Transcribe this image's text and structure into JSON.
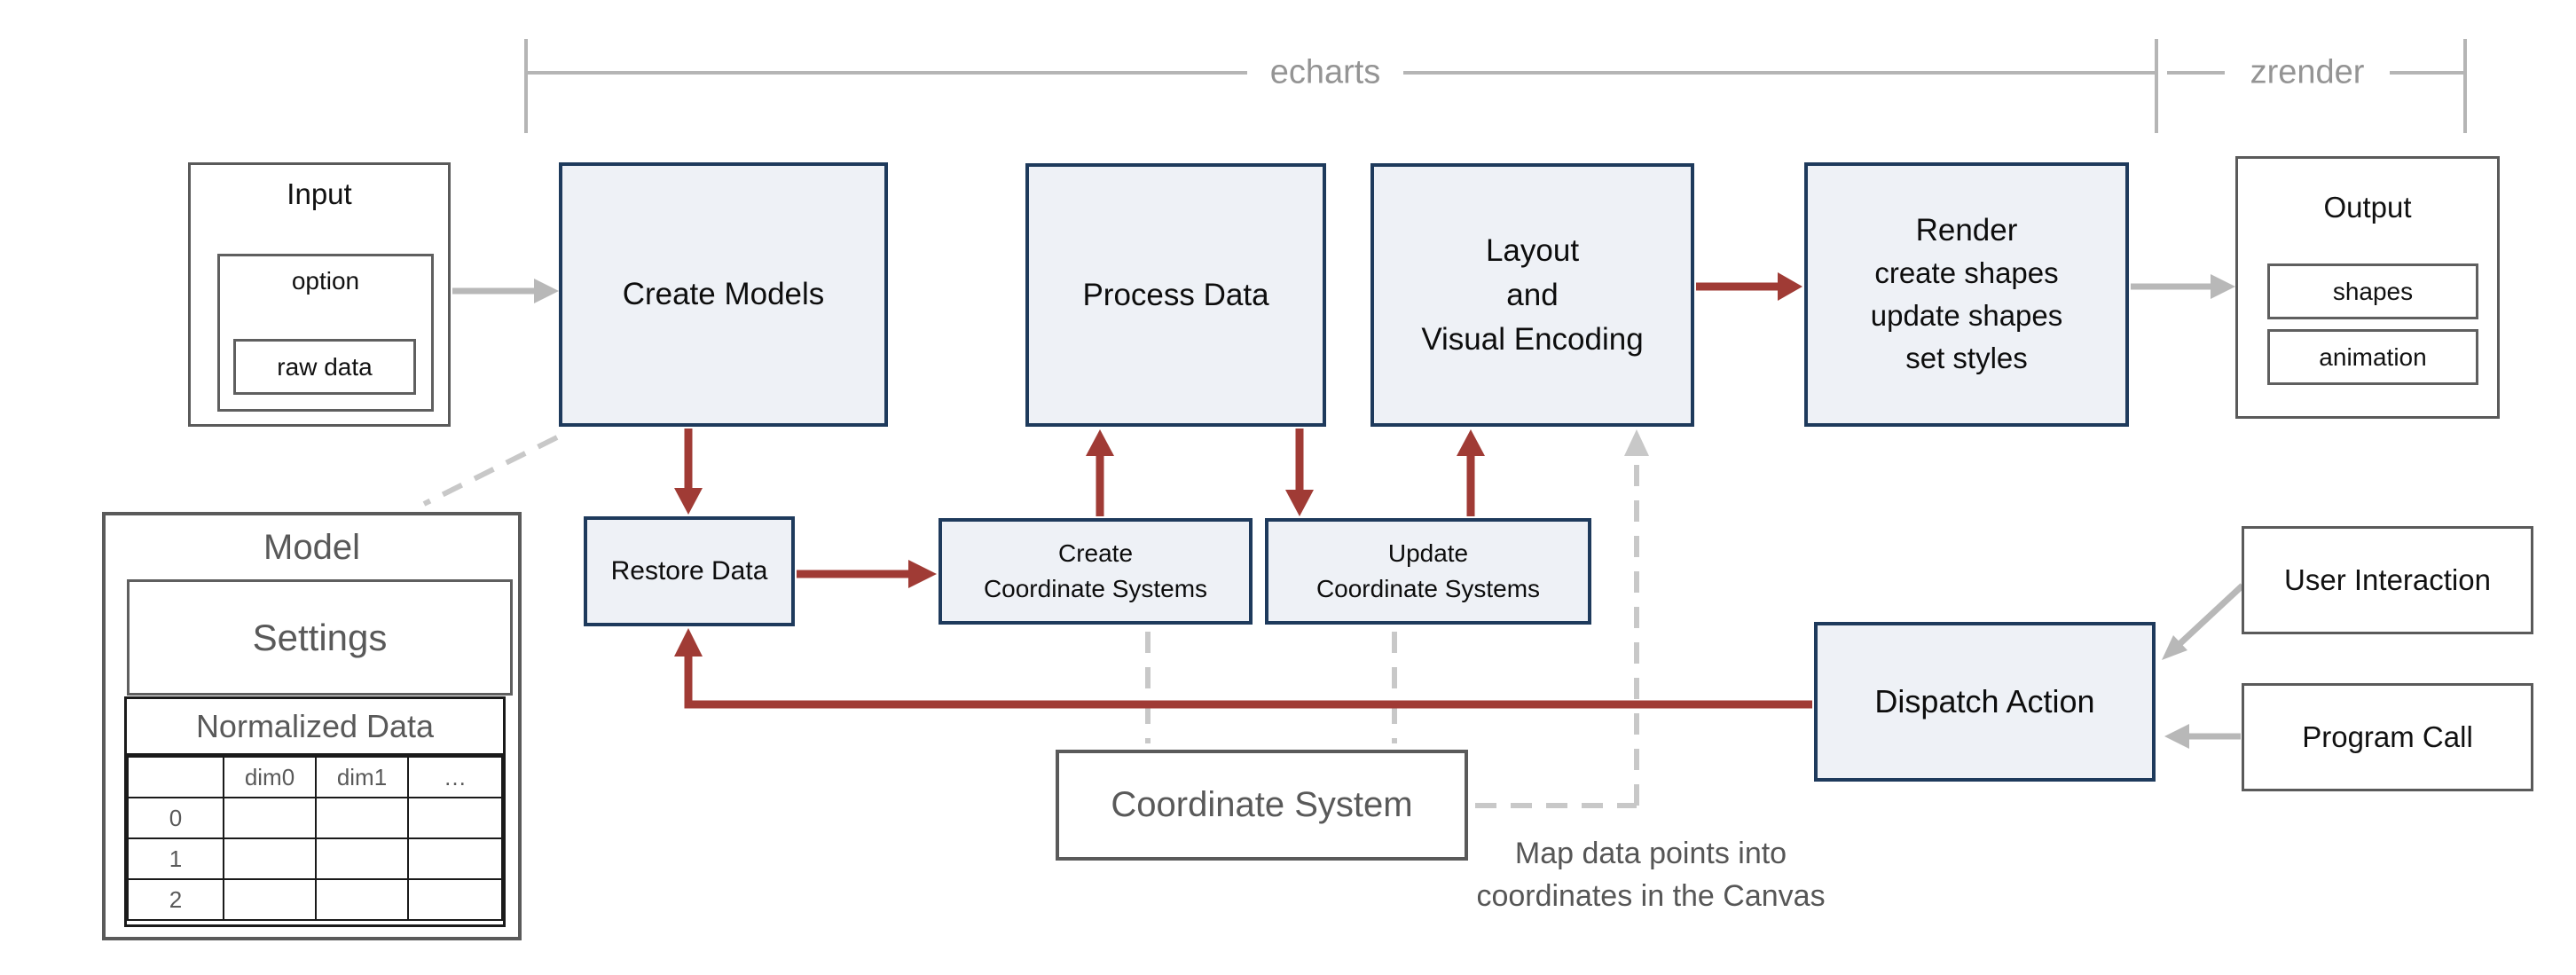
{
  "brackets": {
    "echarts_label": "echarts",
    "zrender_label": "zrender"
  },
  "boxes": {
    "input": {
      "title": "Input",
      "option": "option",
      "raw_data": "raw data"
    },
    "create_models": {
      "label": "Create Models"
    },
    "process_data": {
      "label": "Process Data"
    },
    "layout": {
      "line1": "Layout",
      "line2": "and",
      "line3": "Visual Encoding"
    },
    "render": {
      "line1": "Render",
      "line2": "create shapes",
      "line3": "update shapes",
      "line4": "set styles"
    },
    "output": {
      "title": "Output",
      "shapes": "shapes",
      "animation": "animation"
    },
    "restore_data": {
      "label": "Restore Data"
    },
    "create_coordinate_systems": {
      "line1": "Create",
      "line2": "Coordinate Systems"
    },
    "update_coordinate_systems": {
      "line1": "Update",
      "line2": "Coordinate Systems"
    },
    "dispatch_action": {
      "label": "Dispatch Action"
    },
    "user_interaction": {
      "label": "User Interaction"
    },
    "program_call": {
      "label": "Program Call"
    },
    "coordinate_system": {
      "label": "Coordinate System"
    },
    "model": {
      "title": "Model",
      "settings": "Settings",
      "table": {
        "header": "Normalized Data",
        "columns": [
          "",
          "dim0",
          "dim1",
          "…"
        ],
        "rows": [
          {
            "label": "0"
          },
          {
            "label": "1"
          },
          {
            "label": "2"
          }
        ]
      }
    }
  },
  "annotations": {
    "map_note_line1": "Map data points into",
    "map_note_line2": "coordinates in the Canvas"
  },
  "colors": {
    "accent_red": "#a03b35",
    "box_fill_blue": "#eef1f6",
    "box_border_navy": "#1e3a5c",
    "gray_arrow": "#b8b8b8",
    "gray_dashed": "#c8c8c8",
    "bracket_gray": "#b5b5b5",
    "gray_text": "#595959"
  }
}
